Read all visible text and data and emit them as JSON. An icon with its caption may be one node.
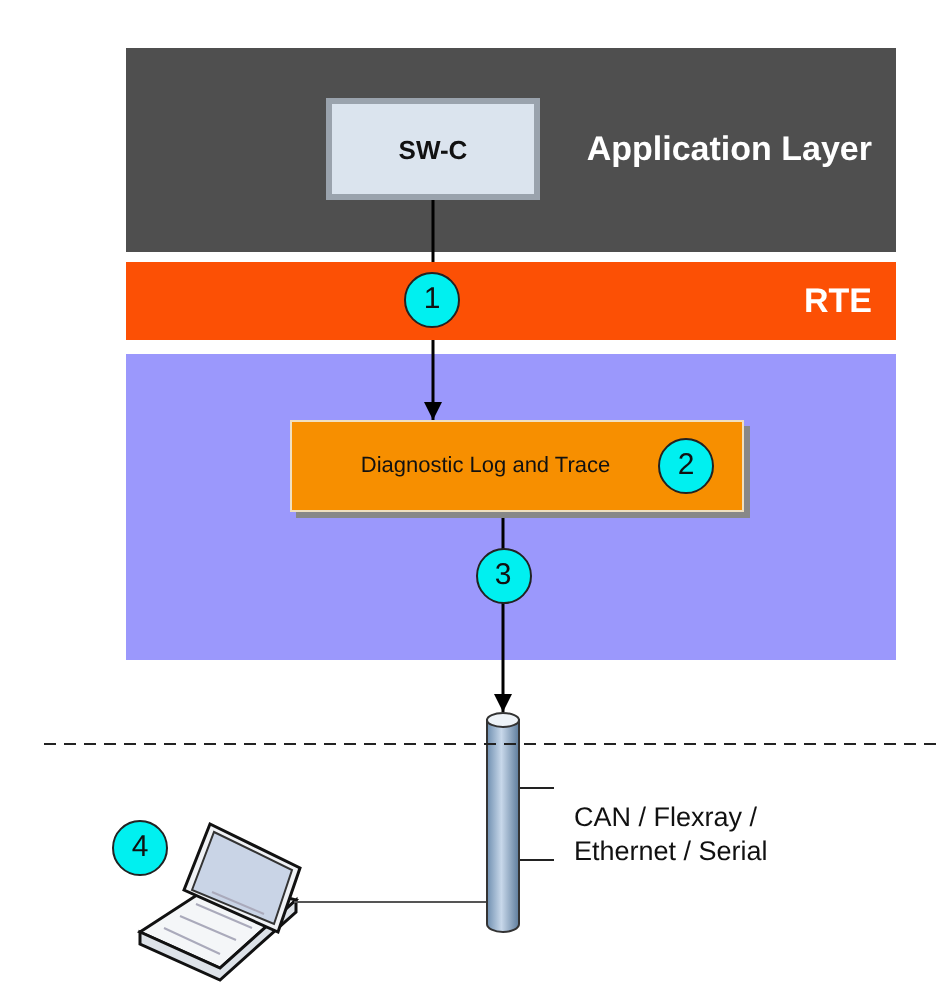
{
  "diagram": {
    "nodes": [
      {
        "text": [
          "Application Layer"
        ]
      },
      {
        "text": [
          "SW-C"
        ],
        "in": 0
      },
      {
        "text": [
          "1",
          "RTE"
        ]
      },
      {
        "text": [],
        "shape": "box"
      },
      {
        "text": [
          "Diagnostic Log and Trace",
          "2"
        ],
        "in": 3
      },
      {
        "text": [],
        "shape": "cylinder",
        "beside": [
          "CAN / Flexray / Ethernet / Serial"
        ]
      },
      {
        "text": [],
        "shape": "picture",
        "beside": [
          "4"
        ]
      }
    ],
    "edges": [
      {
        "from": 1,
        "to": 2,
        "arrow": "none"
      },
      {
        "from": 2,
        "to": 4,
        "arrow": "to"
      },
      {
        "from": 4,
        "to": 5,
        "arrow": "to",
        "label": "3"
      },
      {
        "from": 6,
        "to": 5,
        "arrow": "none",
        "color": "#555555"
      }
    ]
  }
}
